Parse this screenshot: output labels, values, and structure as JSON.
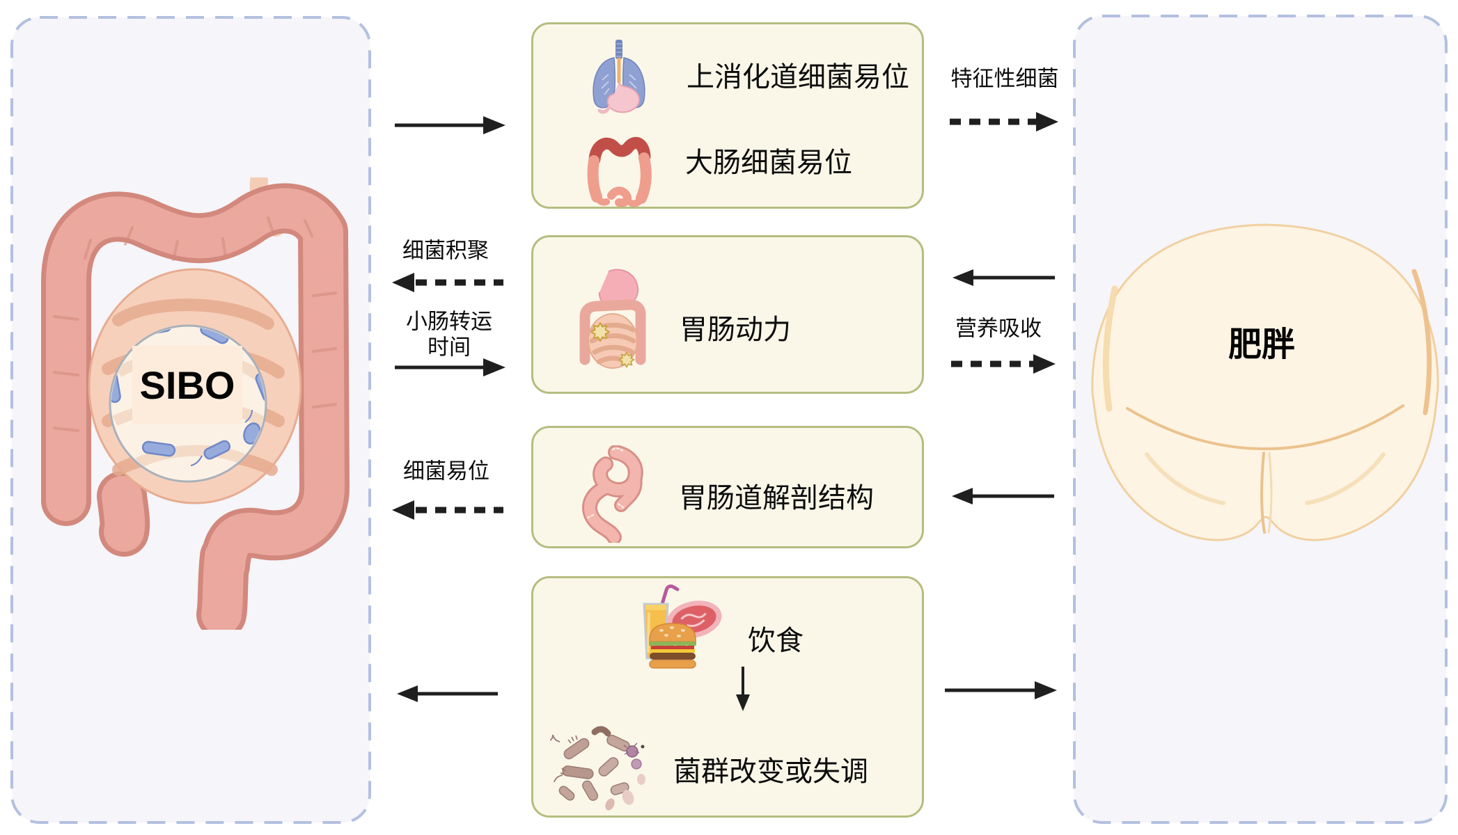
{
  "sibo_panel": {
    "label": "SIBO"
  },
  "obesity_panel": {
    "label": "肥胖"
  },
  "factor_boxes": {
    "translocation": {
      "line1": "上消化道细菌易位",
      "line2": "大肠细菌易位"
    },
    "motility": {
      "label": "胃肠动力"
    },
    "anatomy": {
      "label": "胃肠道解剖结构"
    },
    "diet": {
      "label": "饮食",
      "dysbiosis_label": "菌群改变或失调"
    }
  },
  "arrow_labels": {
    "characteristic_bacteria": "特征性细菌",
    "bacteria_accumulation": "细菌积聚",
    "transit_line1": "小肠转运",
    "transit_line2": "时间",
    "nutrient_absorption": "营养吸收",
    "bacterial_translocation": "细菌易位"
  },
  "colors": {
    "panel_bg": "#f5f5fa",
    "panel_border": "#b3c0e0",
    "box_bg": "#faf7e9",
    "box_border": "#b5bd7f",
    "arrow": "#1f1f1f"
  }
}
